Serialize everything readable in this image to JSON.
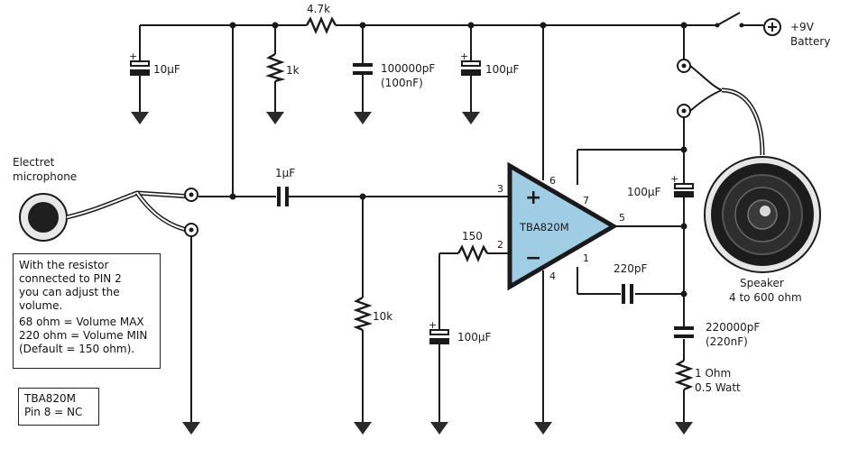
{
  "diagram": {
    "ic": {
      "name": "TBA820M",
      "fill": "#9fcde3"
    },
    "pins": {
      "p1": "1",
      "p2": "2",
      "p3": "3",
      "p4": "4",
      "p5": "5",
      "p6": "6",
      "p7": "7",
      "plus": "+",
      "minus": "−"
    },
    "components": {
      "c_10uf": "10µF",
      "r_1k": "1k",
      "r_4k7": "4.7k",
      "c_100000pf": "100000pF",
      "c_100nf": "(100nF)",
      "c_100uf_top": "100µF",
      "battery_line1": "+9V",
      "battery_line2": "Battery",
      "mic_line1": "Electret",
      "mic_line2": "microphone",
      "c_1uf": "1µF",
      "r_10k": "10k",
      "r_150": "150",
      "c_100uf_bottom": "100µF",
      "c_100uf_output": "100µF",
      "c_220pf": "220pF",
      "c_220000pf": "220000pF",
      "c_220nf": "(220nF)",
      "r_1ohm_line1": "1 Ohm",
      "r_1ohm_line2": "0.5 Watt",
      "speaker_line1": "Speaker",
      "speaker_line2": "4 to 600 ohm"
    },
    "notes": {
      "volume_note": [
        "With the resistor",
        "connected to PIN 2",
        "you can adjust the",
        "volume."
      ],
      "volume_values": [
        "68 ohm = Volume MAX",
        "220 ohm = Volume MIN",
        "(Default = 150 ohm)."
      ],
      "pin_note": [
        "TBA820M",
        "Pin 8 = NC"
      ]
    }
  }
}
